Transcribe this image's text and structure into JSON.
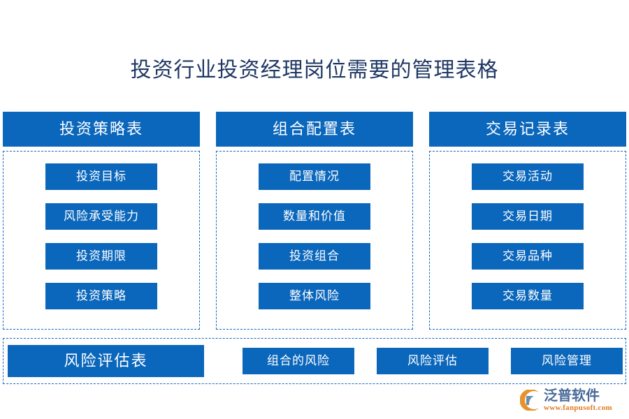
{
  "page": {
    "title": "投资行业投资经理岗位需要的管理表格",
    "accent_blue": "#0b67bc",
    "dashed_border_blue": "#1668c2",
    "title_color": "#1f3864",
    "background": "#ffffff"
  },
  "columns": [
    {
      "header": "投资策略表",
      "items": [
        "投资目标",
        "风险承受能力",
        "投资期限",
        "投资策略"
      ]
    },
    {
      "header": "组合配置表",
      "items": [
        "配置情况",
        "数量和价值",
        "投资组合",
        "整体风险"
      ]
    },
    {
      "header": "交易记录表",
      "items": [
        "交易活动",
        "交易日期",
        "交易品种",
        "交易数量"
      ]
    }
  ],
  "bottom": {
    "header": "风险评估表",
    "items": [
      "组合的风险",
      "风险评估",
      "风险管理"
    ]
  },
  "logo": {
    "mark_icon": "fanpu-swoosh-icon",
    "name": "泛普软件",
    "url": "www.fanpusoft.com",
    "mark_color_outer": "#e8922e",
    "mark_color_inner": "#6b8cae",
    "name_color": "#4a6b9a",
    "url_color": "#e07a1f"
  }
}
